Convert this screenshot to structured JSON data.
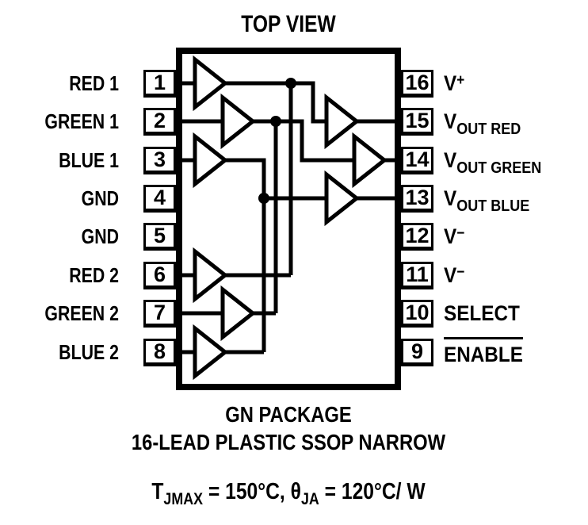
{
  "title": "TOP VIEW",
  "package": {
    "name_line": "GN PACKAGE",
    "desc_line": "16-LEAD PLASTIC SSOP NARROW"
  },
  "thermal": {
    "t_base": "T",
    "t_sub": "JMAX",
    "seg1": " = 150°C, ",
    "theta_base": "θ",
    "theta_sub": "JA",
    "seg2": " = 120°C/ W"
  },
  "ic": {
    "left_pins": [
      {
        "num": "1",
        "label": "RED 1"
      },
      {
        "num": "2",
        "label": "GREEN 1"
      },
      {
        "num": "3",
        "label": "BLUE 1"
      },
      {
        "num": "4",
        "label": "GND"
      },
      {
        "num": "5",
        "label": "GND"
      },
      {
        "num": "6",
        "label": "RED 2"
      },
      {
        "num": "7",
        "label": "GREEN 2"
      },
      {
        "num": "8",
        "label": "BLUE 2"
      }
    ],
    "right_pins": [
      {
        "num": "16",
        "base": "V",
        "sup": "+"
      },
      {
        "num": "15",
        "base": "V",
        "subsc": "OUT RED"
      },
      {
        "num": "14",
        "base": "V",
        "subsc": "OUT GREEN"
      },
      {
        "num": "13",
        "base": "V",
        "subsc": "OUT BLUE"
      },
      {
        "num": "12",
        "base": "V",
        "sup": "−"
      },
      {
        "num": "11",
        "base": "V",
        "sup": "−"
      },
      {
        "num": "10",
        "base": "SELECT"
      },
      {
        "num": "9",
        "base": "ENABLE",
        "overline": true
      }
    ],
    "colors": {
      "line": "#000000",
      "background": "#ffffff"
    }
  }
}
